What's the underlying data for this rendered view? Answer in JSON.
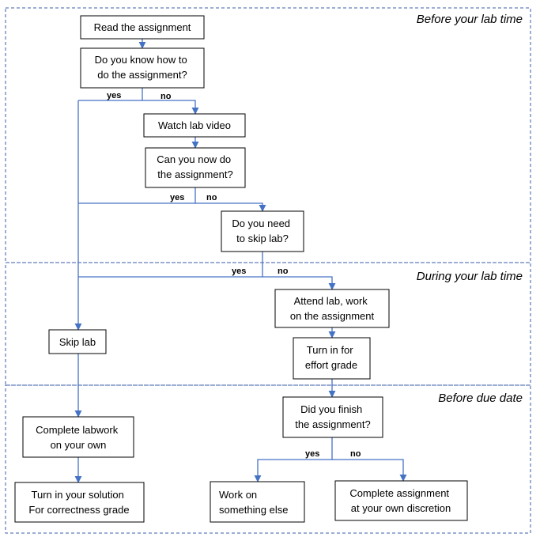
{
  "sections": [
    {
      "id": "before-lab",
      "label": "Before your lab time"
    },
    {
      "id": "during-lab",
      "label": "During your lab time"
    },
    {
      "id": "before-due",
      "label": "Before due date"
    }
  ],
  "nodes": {
    "read": [
      "Read the assignment"
    ],
    "know": [
      "Do you know how to",
      "do the assignment?"
    ],
    "video": [
      "Watch lab video"
    ],
    "cannow": [
      "Can you now do",
      "the assignment?"
    ],
    "needskip": [
      "Do you need",
      "to skip lab?"
    ],
    "attend": [
      "Attend lab, work",
      "on the assignment"
    ],
    "skiplab": [
      "Skip lab"
    ],
    "turninEffort": [
      "Turn in for",
      "effort grade"
    ],
    "finish": [
      "Did you finish",
      "the assignment?"
    ],
    "complete": [
      "Complete labwork",
      "on your own"
    ],
    "turninSolution": [
      "Turn in your solution",
      "For correctness grade"
    ],
    "workelse": [
      "Work on",
      "something else"
    ],
    "completeDisc": [
      "Complete assignment",
      "at your own discretion"
    ]
  },
  "branch_labels": {
    "yes": "yes",
    "no": "no"
  },
  "colors": {
    "arrow": "#4472c4",
    "section_border": "#3b5ea8",
    "box_border": "#000000"
  }
}
